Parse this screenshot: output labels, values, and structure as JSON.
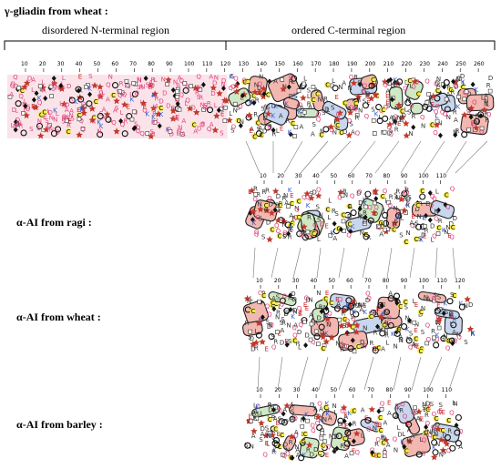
{
  "title": "γ-gliadin from wheat :",
  "regions": {
    "disordered": "disordered N-terminal region",
    "ordered": "ordered C-terminal region"
  },
  "proteins": [
    {
      "id": "gliadin",
      "label": "γ-gliadin from wheat :",
      "ruler": [
        "10",
        "20",
        "30",
        "40",
        "50",
        "60",
        "70",
        "80",
        "90",
        "100",
        "110",
        "120",
        "130",
        "140",
        "150",
        "160",
        "170",
        "180",
        "190",
        "200",
        "210",
        "220",
        "230",
        "240",
        "250",
        "260"
      ]
    },
    {
      "id": "ragi",
      "label": "α-AI from ragi :",
      "ruler": [
        "10",
        "20",
        "30",
        "40",
        "50",
        "60",
        "70",
        "80",
        "90",
        "100",
        "110"
      ]
    },
    {
      "id": "wheat",
      "label": "α-AI from wheat :",
      "ruler": [
        "10",
        "20",
        "30",
        "40",
        "50",
        "60",
        "70",
        "80",
        "90",
        "100",
        "110",
        "120"
      ]
    },
    {
      "id": "barley",
      "label": "α-AI from barley :",
      "ruler": [
        "10",
        "20",
        "30",
        "40",
        "50",
        "60",
        "70",
        "80",
        "90",
        "100",
        "110"
      ]
    }
  ],
  "colors": {
    "pink_bg": "#fbe3ea",
    "red_star": "#c0392b",
    "cluster_pink": "#f2b7b0",
    "cluster_blue": "#c8d6ee",
    "cluster_green": "#cfe8c5",
    "yellow": "#f4e94a",
    "q_letter": "#e0457b"
  }
}
